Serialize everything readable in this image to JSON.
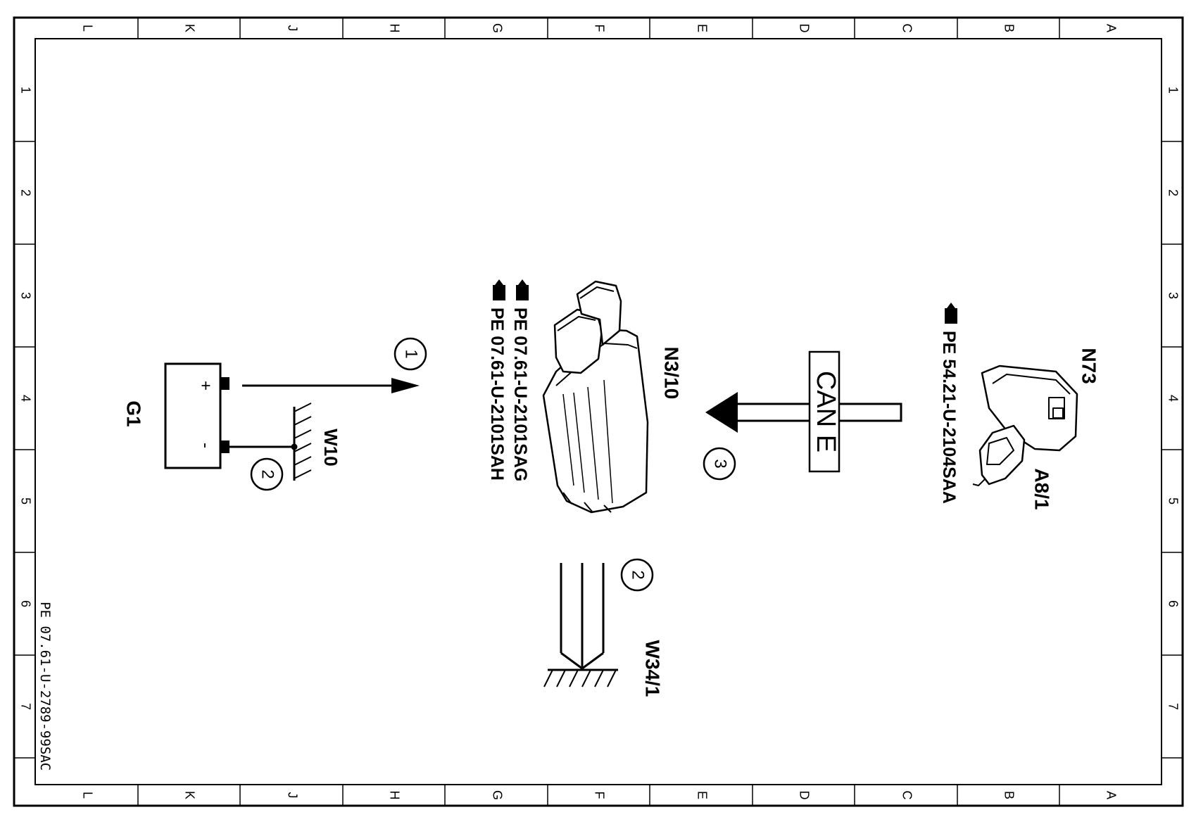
{
  "border": {
    "column_labels": [
      "L",
      "K",
      "J",
      "H",
      "G",
      "F",
      "E",
      "D",
      "C",
      "B",
      "A"
    ],
    "row_labels": [
      "1",
      "2",
      "3",
      "4",
      "5",
      "6",
      "7"
    ]
  },
  "document_id": "PE 07.61-U-2789-99SAC",
  "components": {
    "battery": {
      "label": "G1",
      "plus": "+",
      "minus": "-"
    },
    "ground_w10": {
      "label": "W10"
    },
    "ground_w34_1": {
      "label": "W34/1"
    },
    "ecu": {
      "label": "N3/10",
      "refs": [
        "PE  07.61-U-2101SAG",
        "PE  07.61-U-2101SAH"
      ]
    },
    "ignition_switch": {
      "label": "N73",
      "key_label": "A8/1",
      "ref": "PE  54.21-U-2104SAA"
    },
    "can_bus": {
      "label": "CAN E"
    }
  },
  "circle_markers": {
    "m1": "1",
    "m2a": "2",
    "m2b": "2",
    "m3": "3"
  }
}
